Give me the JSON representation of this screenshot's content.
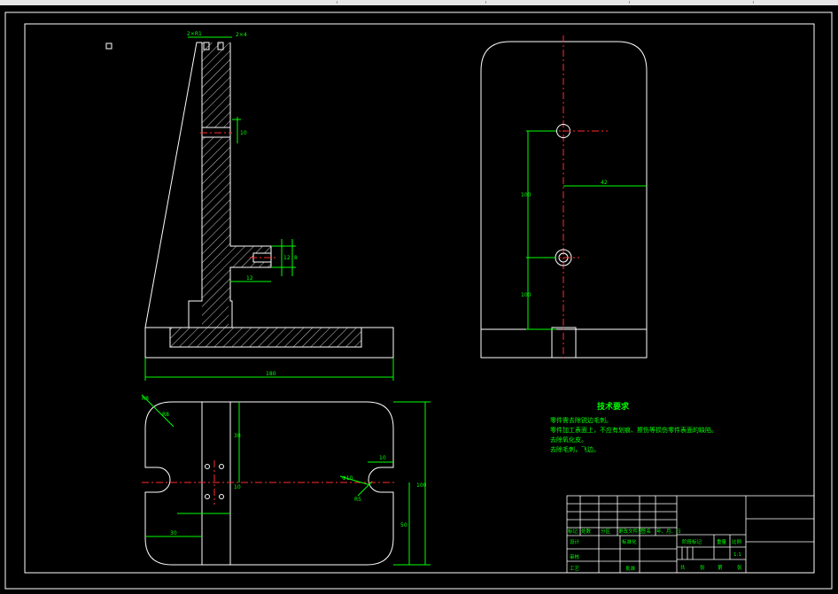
{
  "drawing": {
    "tech_title": "技术要求",
    "tech_notes": [
      "零件需去除锐边毛刺。",
      "零件加工表面上，不应有划痕、擦伤等损伤零件表面的缺陷。",
      "去除氧化皮。",
      "去除毛刺，飞边。"
    ],
    "dims": {
      "side_base_length": "180",
      "side_slot_w1": "2×R1",
      "side_slot_w2": "2×4",
      "side_hole_depth": "10",
      "side_step_h": "12",
      "side_step_h2": "8",
      "side_step_w": "12",
      "front_half_width": "42",
      "front_spacing": "100",
      "front_lower": "100",
      "plan_r1": "R8",
      "plan_r2": "R8",
      "plan_h1": "30",
      "plan_h2": "10",
      "plan_total_h": "100",
      "plan_h3": "50",
      "plan_x": "30",
      "plan_slot": "10",
      "plan_slot_r": "Φ10",
      "plan_r3": "R5"
    },
    "title_block": {
      "row_labels": [
        "标记",
        "处数",
        "分区",
        "更改文件号",
        "签名",
        "年、月、日"
      ],
      "design": "设计",
      "standard": "标准化",
      "check": "审核",
      "process": "工艺",
      "approve": "批准",
      "stage": "阶段标记",
      "weight": "重量",
      "scale": "比例",
      "scale_value": "1:1",
      "sheet_labels": [
        "共",
        "张",
        "第",
        "张"
      ]
    }
  }
}
